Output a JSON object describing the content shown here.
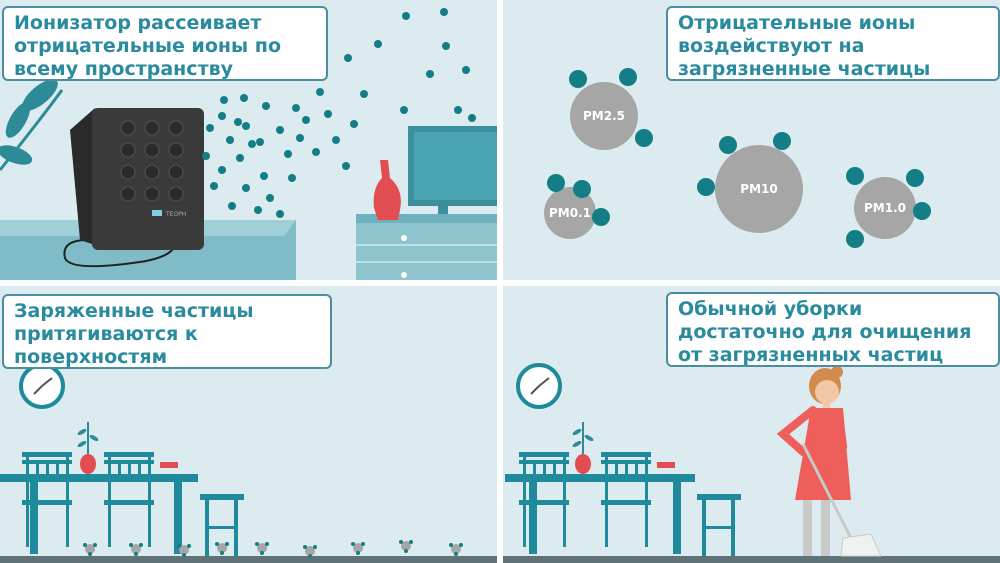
{
  "panels": [
    {
      "caption": "Ионизатор рассеивает отрицательные ионы по всему пространству",
      "device_label": "TEOPH"
    },
    {
      "caption": "Отрицательные ионы воздействуют на загрязненные частицы",
      "particles": [
        "PM2.5",
        "PM10",
        "PM0.1",
        "PM1.0"
      ]
    },
    {
      "caption": "Заряженные частицы притягиваются к поверхностям"
    },
    {
      "caption": "Обычной уборки достаточно для очищения от загрязненных частиц"
    }
  ],
  "colors": {
    "background": "#dcebef",
    "teal": "#2a8a9e",
    "ion": "#137e85",
    "particle": "#a6a6a6",
    "vase": "#e24d52",
    "dress": "#ee5f5c"
  }
}
